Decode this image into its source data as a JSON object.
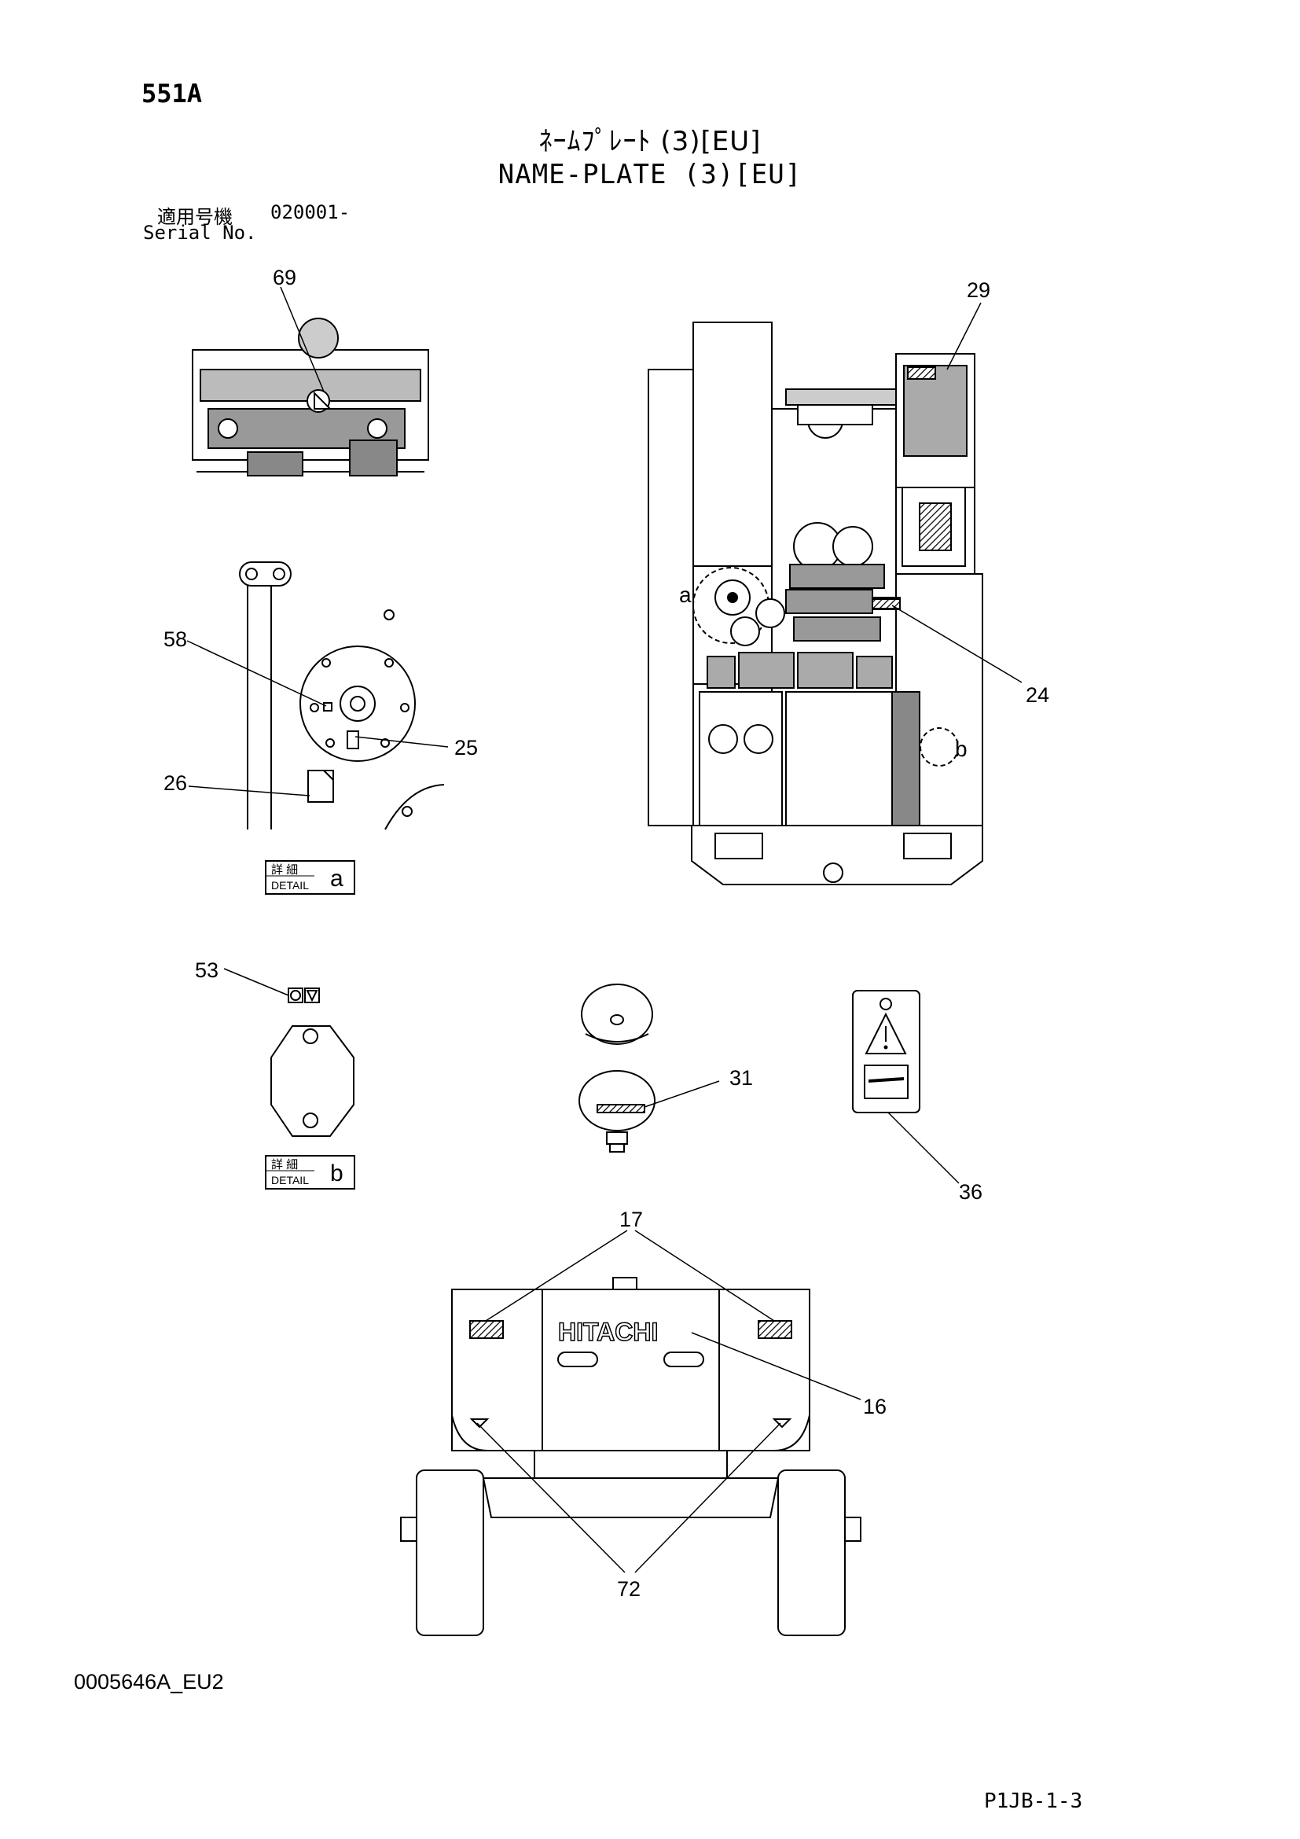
{
  "header": {
    "page_code": "551A",
    "title_ja": "ﾈｰﾑﾌﾟﾚｰﾄ (3)[EU]",
    "title_en": "NAME-PLATE (3)[EU]",
    "serial_label_ja": "適用号機",
    "serial_range": "020001-",
    "serial_label_en": "Serial No."
  },
  "callouts": {
    "c69": "69",
    "c29": "29",
    "c58": "58",
    "c25": "25",
    "c26": "26",
    "c24": "24",
    "c53": "53",
    "c31": "31",
    "c36": "36",
    "c17": "17",
    "c16": "16",
    "c72": "72"
  },
  "detail_markers": {
    "on_main_view_a": "a",
    "on_main_view_b": "b"
  },
  "detail_boxes": {
    "a": {
      "label_ja": "詳 細",
      "label_en": "DETAIL",
      "letter": "a"
    },
    "b": {
      "label_ja": "詳 細",
      "label_en": "DETAIL",
      "letter": "b"
    }
  },
  "rear_view": {
    "brand": "HITACHI"
  },
  "footer": {
    "doc_code": "0005646A_EU2",
    "page_ref": "P1JB-1-3"
  }
}
